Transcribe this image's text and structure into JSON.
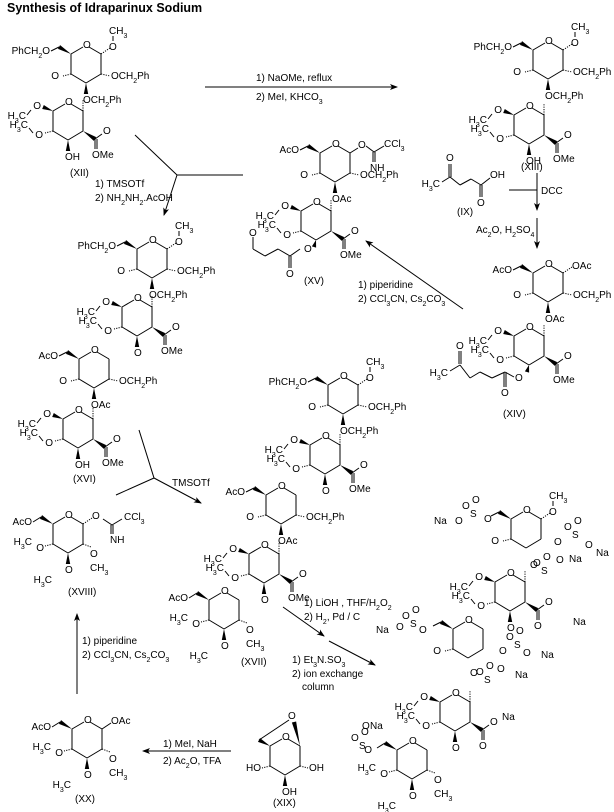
{
  "title": "Synthesis of Idraparinux Sodium",
  "compounds": {
    "XII": {
      "label": "(XII)",
      "groups": {
        "c6": "PhCH2O",
        "ome_top": "CH3",
        "o2": "OCH2Ph",
        "o3": "OCH2Ph",
        "link": "O",
        "me1": "H3C",
        "me2": "H3C",
        "oh": "OH",
        "ester_o": "O",
        "ester": "OMe"
      }
    },
    "XIII": {
      "label": "(XIII)",
      "groups": {
        "c6": "PhCH2O",
        "ome_top": "CH3",
        "o2": "OCH2Ph",
        "o3": "OCH2Ph",
        "link": "O",
        "me1": "H3C",
        "me2": "H3C",
        "oh": "OH",
        "ester_o": "O",
        "ester": "OMe"
      }
    },
    "IX": {
      "label": "(IX)",
      "groups": {
        "me": "H3C",
        "ketone_o": "O",
        "acid_oh": "OH",
        "acid_o": "O"
      }
    },
    "XIV": {
      "label": "(XIV)",
      "groups": {
        "c6": "AcO",
        "c1": "OAc",
        "o2": "OCH2Ph",
        "o3": "OAc",
        "link": "O",
        "me1": "H3C",
        "me2": "H3C",
        "ester": "OMe",
        "ester_o": "O",
        "lev_me": "H3C",
        "lev_o": "O",
        "lev_o2": "O"
      }
    },
    "XV": {
      "label": "(XV)",
      "groups": {
        "c6": "AcO",
        "imidate": "CCl3",
        "nh": "NH",
        "o2": "OCH2Ph",
        "o3": "OAc",
        "link": "O",
        "me1": "H3C",
        "me2": "H3C",
        "ester": "OMe",
        "ester_o": "O",
        "lev_o": "O"
      }
    },
    "XVI": {
      "label": "(XVI)",
      "groups": {
        "c6": "PhCH2O",
        "ome_top": "CH3",
        "o2": "OCH2Ph",
        "o3": "OCH2Ph",
        "ester1": "OMe",
        "c6b": "AcO",
        "o2b": "OCH2Ph",
        "o3b": "OAc",
        "me1": "H3C",
        "me2": "H3C",
        "oh": "OH",
        "ester2": "OMe"
      }
    },
    "XVIII": {
      "label": "(XVIII)",
      "groups": {
        "c6": "AcO",
        "imidate": "CCl3",
        "nh": "NH",
        "me1": "H3C",
        "me2": "H3C",
        "o2": "CH3"
      }
    },
    "XVII": {
      "label": "(XVII)",
      "groups": {
        "c6": "PhCH2O",
        "ome_top": "CH3",
        "o2": "OCH2Ph",
        "o3": "OCH2Ph",
        "ester1": "OMe",
        "c6b": "AcO",
        "o2b": "OCH2Ph",
        "o3b": "OAc",
        "ester2": "OMe",
        "c6c": "AcO",
        "me_c": "H3C",
        "o2c": "CH3"
      }
    },
    "XX": {
      "label": "(XX)",
      "groups": {
        "c6": "AcO",
        "c1": "OAc",
        "me1": "H3C",
        "me2": "H3C",
        "o2": "CH3"
      }
    },
    "XIX": {
      "label": "(XIX)",
      "groups": {
        "ho1": "HO",
        "oh2": "OH",
        "oh3": "OH",
        "bridge": "O",
        "ring": "O"
      }
    },
    "final": {
      "groups": {
        "na": "Na",
        "ome_top": "CH3",
        "coo": "O",
        "me": "H3C",
        "so3": "S"
      }
    }
  },
  "conditions": {
    "xii_to_xiii": [
      "1) NaOMe, reflux",
      "2) MeI, KHCO3"
    ],
    "xiii_to_xiv": [
      "DCC",
      "Ac2O, H2SO4"
    ],
    "xiv_to_xv": [
      "1) piperidine",
      "2) CCl3CN, Cs2CO3"
    ],
    "xii_xv_to_xvi": [
      "1) TMSOTf",
      "2) NH2NH2.AcOH"
    ],
    "xvi_xviii_to_xvii": [
      "TMSOTf"
    ],
    "xx_to_xviii": [
      "1) piperidine",
      "2) CCl3CN, Cs2CO3"
    ],
    "xix_to_xx": [
      "1) MeI, NaH",
      "2) Ac2O, TFA"
    ],
    "xvii_to_final": [
      "1) LiOH , THF/H2O2",
      "2) H2, Pd / C",
      "1)  Et3N.SO3",
      "2) ion exchange",
      "column"
    ]
  }
}
